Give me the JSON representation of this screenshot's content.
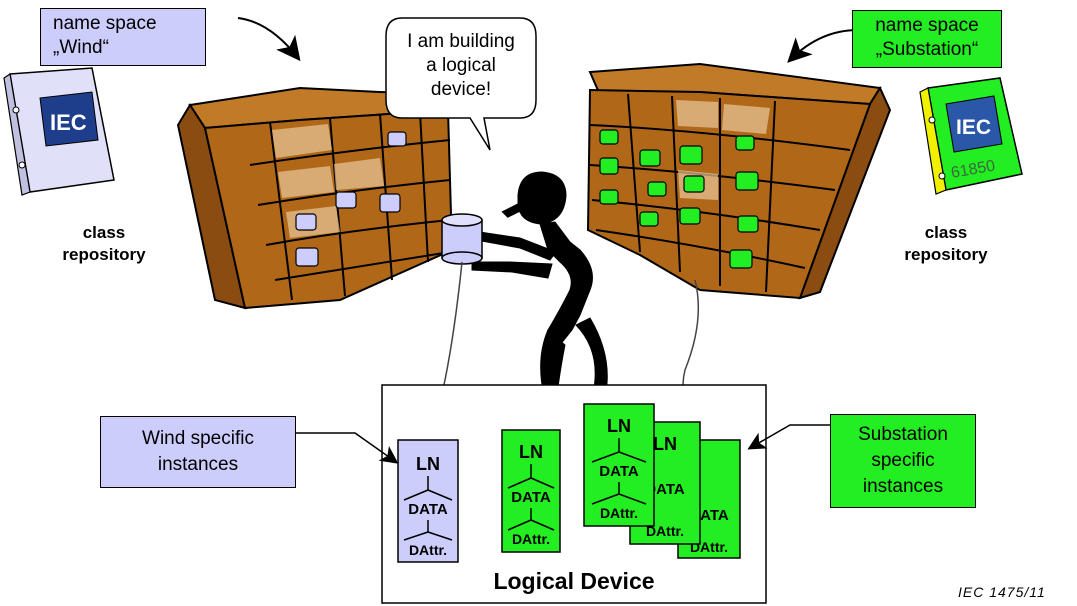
{
  "namespace_left": {
    "line1": "name space",
    "line2": "„Wind“"
  },
  "namespace_right": {
    "line1": "name space",
    "line2": "„Substation“"
  },
  "binder_left": {
    "logo": "IEC"
  },
  "binder_right": {
    "logo": "IEC",
    "number": "61850"
  },
  "speech_bubble": {
    "line1": "I am building",
    "line2": "a logical",
    "line3": "device!"
  },
  "repo_left": {
    "line1": "class",
    "line2": "repository"
  },
  "repo_right": {
    "line1": "class",
    "line2": "repository"
  },
  "wind_instances": {
    "line1": "Wind specific",
    "line2": "instances"
  },
  "substation_instances": {
    "line1": "Substation",
    "line2": "specific",
    "line3": "instances"
  },
  "node_labels": {
    "ln": "LN",
    "data": "DATA",
    "dattr": "DAttr."
  },
  "logical_device": {
    "title": "Logical Device"
  },
  "credit": "IEC   1475/11",
  "colors": {
    "wind": "#cccdfb",
    "substation": "#22ee22",
    "shelf": "#b06818",
    "shelf_dark": "#6a3a08"
  }
}
